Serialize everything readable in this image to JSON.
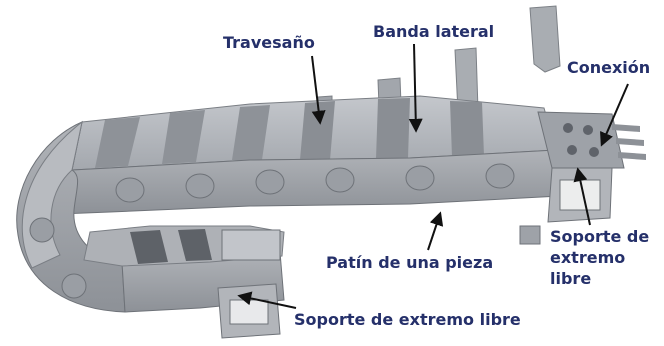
{
  "diagram": {
    "subject": "cable-carrier-chain",
    "colors": {
      "text": "#25306a",
      "arrow": "#111111",
      "chain_light": "#b4b7bc",
      "chain_mid": "#9a9ea4",
      "chain_dark": "#6e7278",
      "background": "#ffffff"
    },
    "labels": {
      "travesano": "Travesaño",
      "banda_lateral": "Banda lateral",
      "conexion": "Conexión",
      "patin": "Patín de una pieza",
      "soporte_right": "Soporte de\nextremo\nlibre",
      "soporte_bottom": "Soporte de extremo libre"
    }
  }
}
